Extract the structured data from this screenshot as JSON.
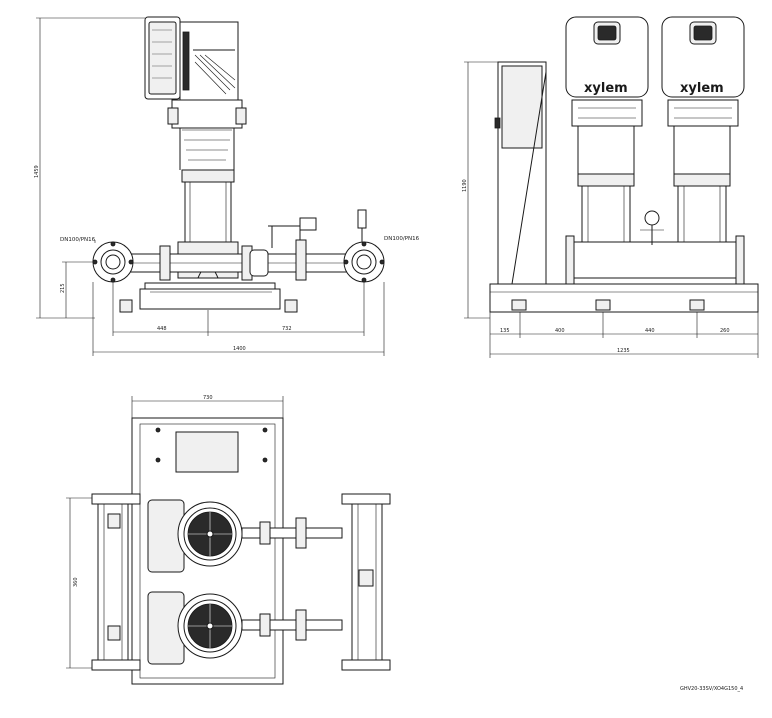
{
  "front_view": {
    "height_dim": "1459",
    "inlet_height_dim": "215",
    "flange_left_label": "DN100/PN16",
    "flange_right_label": "DN100/PN16",
    "dim_left": "448",
    "dim_right": "732",
    "dim_total": "1400"
  },
  "side_view": {
    "height_dim": "1190",
    "brand_left": "xylem",
    "brand_right": "xylem",
    "dim_a": "135",
    "dim_b": "400",
    "dim_c": "440",
    "dim_d": "260",
    "dim_total": "1235"
  },
  "top_view": {
    "width_dim": "730",
    "spacing_dim": "360"
  },
  "drawing_number": "GHV20-33SV/XO4G150_4"
}
